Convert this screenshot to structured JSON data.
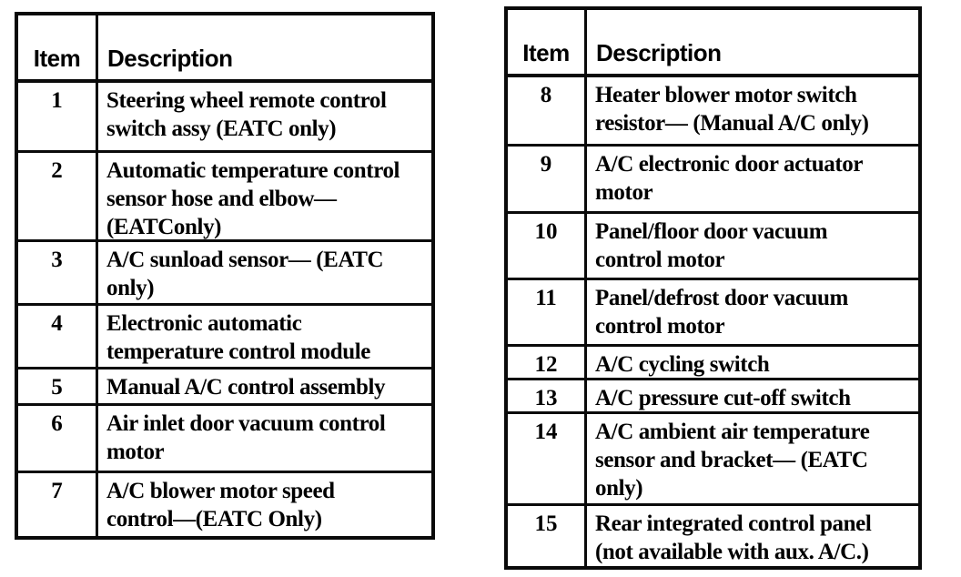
{
  "page": {
    "background_color": "#ffffff",
    "text_color": "#000000",
    "border_color": "#0a0a0a"
  },
  "tables": [
    {
      "id": "left",
      "header": {
        "item": "Item",
        "description": "Description"
      },
      "rows": [
        {
          "item": "1",
          "description": "Steering wheel remote control\nswitch assy (EATC only)"
        },
        {
          "item": "2",
          "description": "Automatic temperature control\nsensor hose and elbow—\n(EATConly)"
        },
        {
          "item": "3",
          "description": "A/C sunload sensor— (EATC\nonly)"
        },
        {
          "item": "4",
          "description": "Electronic automatic\ntemperature control module"
        },
        {
          "item": "5",
          "description": "Manual A/C control assembly"
        },
        {
          "item": "6",
          "description": "Air inlet door vacuum control\nmotor"
        },
        {
          "item": "7",
          "description": "A/C blower motor speed\ncontrol—(EATC Only)"
        }
      ]
    },
    {
      "id": "right",
      "header": {
        "item": "Item",
        "description": "Description"
      },
      "rows": [
        {
          "item": "8",
          "description": "Heater blower motor switch\nresistor— (Manual A/C only)"
        },
        {
          "item": "9",
          "description": "A/C electronic door actuator\nmotor"
        },
        {
          "item": "10",
          "description": "Panel/floor door vacuum\ncontrol motor"
        },
        {
          "item": "11",
          "description": "Panel/defrost door vacuum\ncontrol motor"
        },
        {
          "item": "12",
          "description": "A/C cycling switch"
        },
        {
          "item": "13",
          "description": "A/C pressure cut-off switch"
        },
        {
          "item": "14",
          "description": "A/C ambient air temperature\nsensor and bracket— (EATC\nonly)"
        },
        {
          "item": "15",
          "description": "Rear integrated control panel\n(not available with aux. A/C.)"
        }
      ]
    }
  ]
}
